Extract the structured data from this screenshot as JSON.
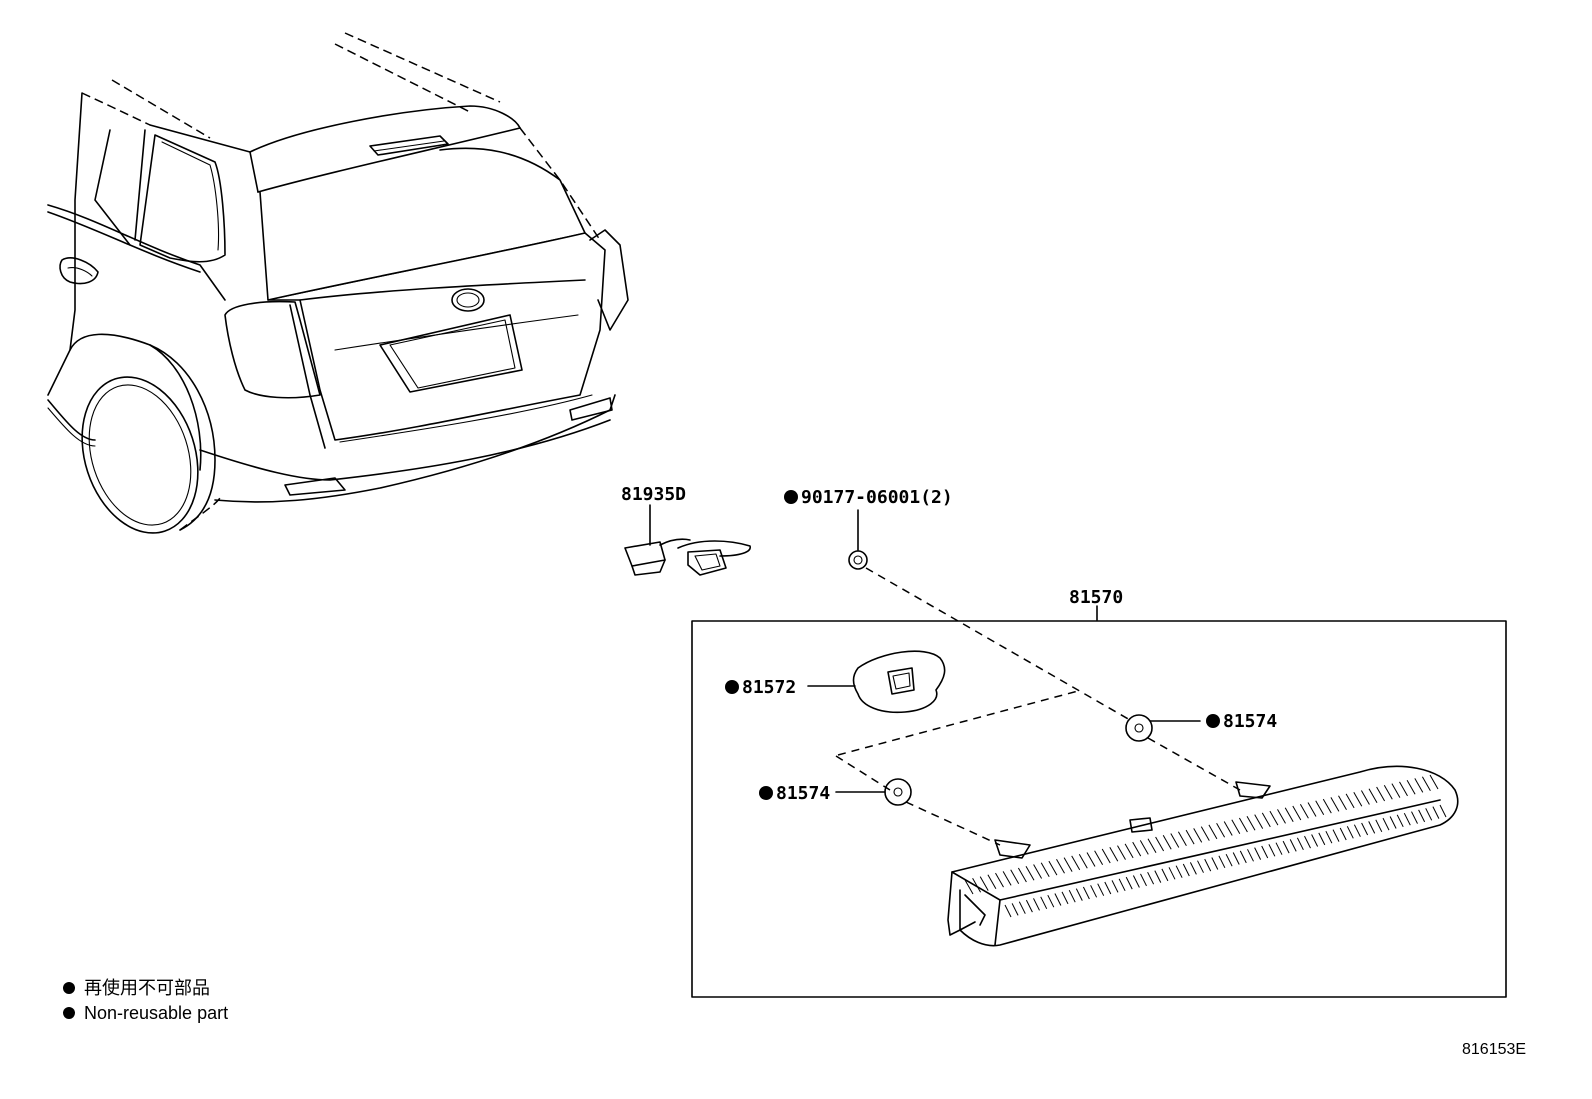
{
  "parts": {
    "bulb_connector": "81935D",
    "screw": "90177-06001(2)",
    "lamp_assembly": "81570",
    "gasket": "81572",
    "grommet_right": "81574",
    "grommet_left": "81574"
  },
  "legend": {
    "japanese": "再使用不可部品",
    "english": "Non-reusable part"
  },
  "diagram_code": "816153E"
}
